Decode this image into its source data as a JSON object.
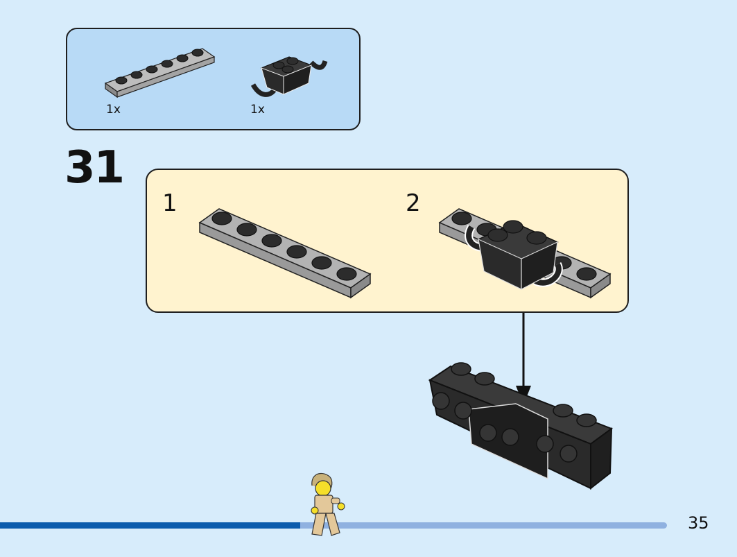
{
  "parts_callout": {
    "items": [
      {
        "icon": "gray-plate-1x6-icon",
        "quantity": "1x"
      },
      {
        "icon": "black-brick-with-handles-icon",
        "quantity": "1x"
      }
    ]
  },
  "step": {
    "number": "31",
    "substeps": [
      {
        "number": "1",
        "icon": "gray-plate-1x6-icon"
      },
      {
        "number": "2",
        "icon": "plate-with-black-brick-icon"
      }
    ]
  },
  "progress": {
    "fraction": 0.45,
    "completed_color": "#0b5cad",
    "remaining_color": "#8fb1e0"
  },
  "page_number": "35",
  "colors": {
    "background": "#d7ecfb",
    "parts_box": "#b8daf6",
    "substep_box": "#fff3cf",
    "gray_plate": "#a3a3a3",
    "black_brick": "#2f2f2f"
  }
}
